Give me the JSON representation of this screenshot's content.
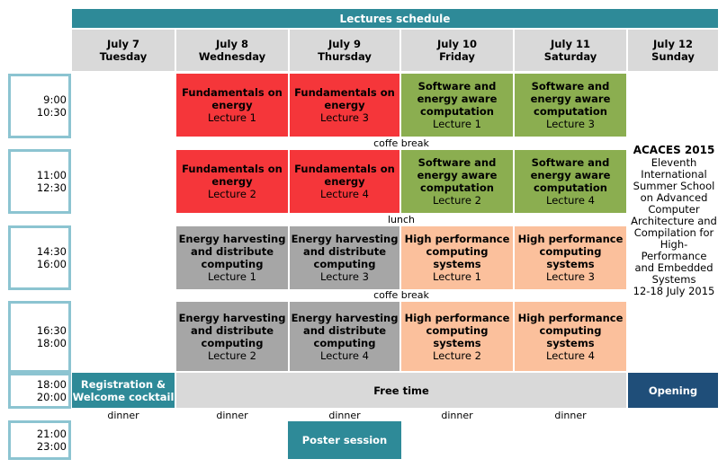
{
  "title": "Lectures schedule",
  "days": [
    {
      "date": "July 7",
      "weekday": "Tuesday"
    },
    {
      "date": "July 8",
      "weekday": "Wednesday"
    },
    {
      "date": "July 9",
      "weekday": "Thursday"
    },
    {
      "date": "July 10",
      "weekday": "Friday"
    },
    {
      "date": "July 11",
      "weekday": "Saturday"
    },
    {
      "date": "July 12",
      "weekday": "Sunday"
    }
  ],
  "times": [
    {
      "start": "9:00",
      "end": "10:30"
    },
    {
      "start": "11:00",
      "end": "12:30"
    },
    {
      "start": "14:30",
      "end": "16:00"
    },
    {
      "start": "16:30",
      "end": "18:00"
    },
    {
      "start": "18:00",
      "end": "20:00"
    },
    {
      "start": "21:00",
      "end": "23:00"
    }
  ],
  "sessions": {
    "s1": [
      {
        "title": "Fundamentals on energy",
        "lecture": "Lecture 1"
      },
      {
        "title": "Fundamentals on energy",
        "lecture": "Lecture 3"
      },
      {
        "title": "Software and energy aware computation",
        "lecture": "Lecture 1"
      },
      {
        "title": "Software and energy aware computation",
        "lecture": "Lecture 3"
      }
    ],
    "s2": [
      {
        "title": "Fundamentals on energy",
        "lecture": "Lecture 2"
      },
      {
        "title": "Fundamentals on energy",
        "lecture": "Lecture 4"
      },
      {
        "title": "Software and energy aware computation",
        "lecture": "Lecture 2"
      },
      {
        "title": "Software and energy aware computation",
        "lecture": "Lecture 4"
      }
    ],
    "s3": [
      {
        "title": "Energy harvesting and distribute computing",
        "lecture": "Lecture 1"
      },
      {
        "title": "Energy harvesting and distribute computing",
        "lecture": "Lecture 3"
      },
      {
        "title": "High performance computing systems",
        "lecture": "Lecture 1"
      },
      {
        "title": "High performance computing systems",
        "lecture": "Lecture 3"
      }
    ],
    "s4": [
      {
        "title": "Energy harvesting and distribute computing",
        "lecture": "Lecture 2"
      },
      {
        "title": "Energy harvesting and distribute computing",
        "lecture": "Lecture 4"
      },
      {
        "title": "High performance computing systems",
        "lecture": "Lecture 2"
      },
      {
        "title": "High performance computing systems",
        "lecture": "Lecture 4"
      }
    ]
  },
  "breaks": {
    "coffee": "coffe break",
    "lunch": "lunch"
  },
  "evening": {
    "registration": "Registration & Welcome cocktail",
    "free_time": "Free time",
    "opening": "Opening",
    "poster": "Poster session",
    "dinner": "dinner"
  },
  "info": {
    "title": "ACACES 2015",
    "lines": [
      "Eleventh",
      "International",
      "Summer School",
      "on Advanced",
      "Computer",
      "Architecture and",
      "Compilation for",
      "High-Performance",
      "and Embedded",
      "Systems",
      "12-18 July 2015"
    ]
  },
  "colors": {
    "title_bar": "#2e8a98",
    "header_bg": "#d9d9d9",
    "fundamentals": "#f5363a",
    "software": "#8bae50",
    "energy_harvesting": "#a6a6a6",
    "hpc": "#fbc09c",
    "opening": "#1f4e79",
    "time_border": "#8cc4d1"
  }
}
